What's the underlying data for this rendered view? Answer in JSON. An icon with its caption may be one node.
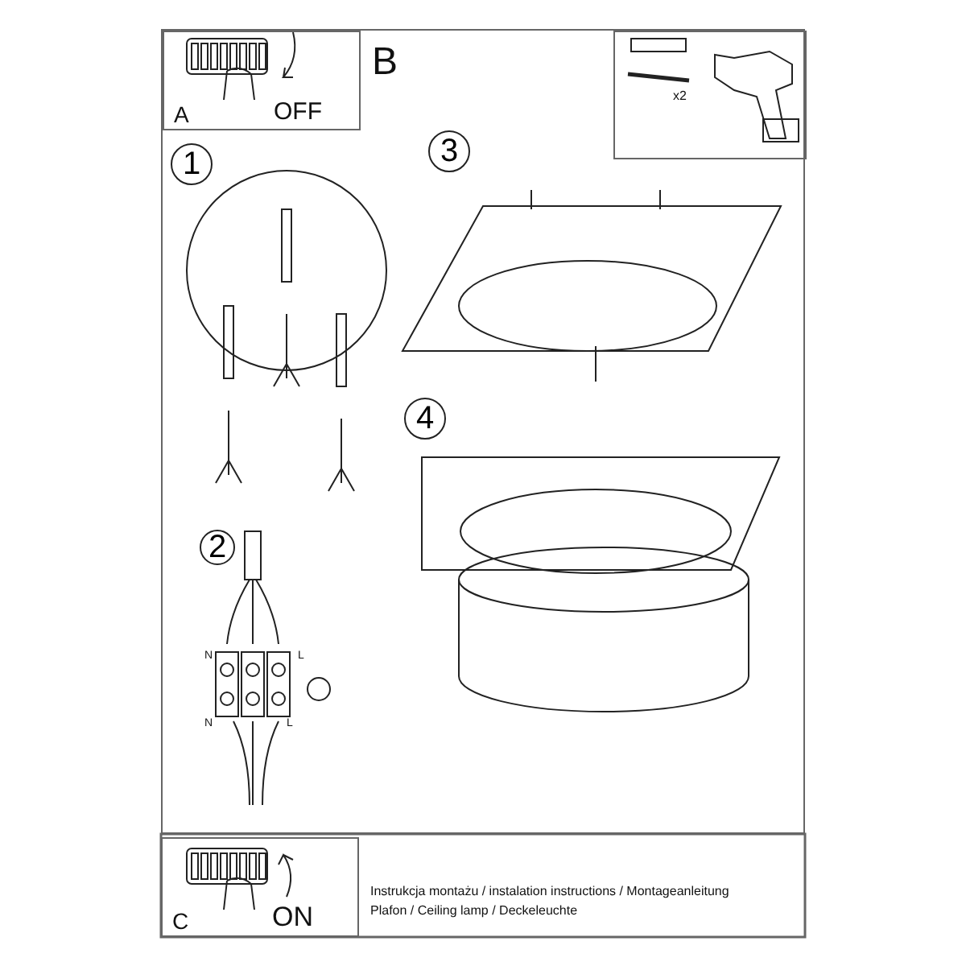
{
  "diagram": {
    "nodes": [
      {
        "text": [
          "A",
          "OFF"
        ],
        "in": 1
      },
      {
        "text": [
          "B"
        ]
      },
      {
        "text": [
          "x2"
        ],
        "in": 1
      },
      {
        "text": [
          "1"
        ],
        "in": 1
      },
      {
        "text": [
          "2"
        ],
        "in": 1
      },
      {
        "text": [
          "3"
        ],
        "in": 1
      },
      {
        "text": [
          "4"
        ],
        "in": 1
      },
      {
        "text": [
          "C",
          "ON"
        ]
      }
    ],
    "labels": [
      "N",
      "L",
      "N",
      "L",
      "Instrukcja montażu / instalation instructions / Montageanleitung",
      "Plafon / Ceiling lamp / Deckeleuchte"
    ]
  }
}
